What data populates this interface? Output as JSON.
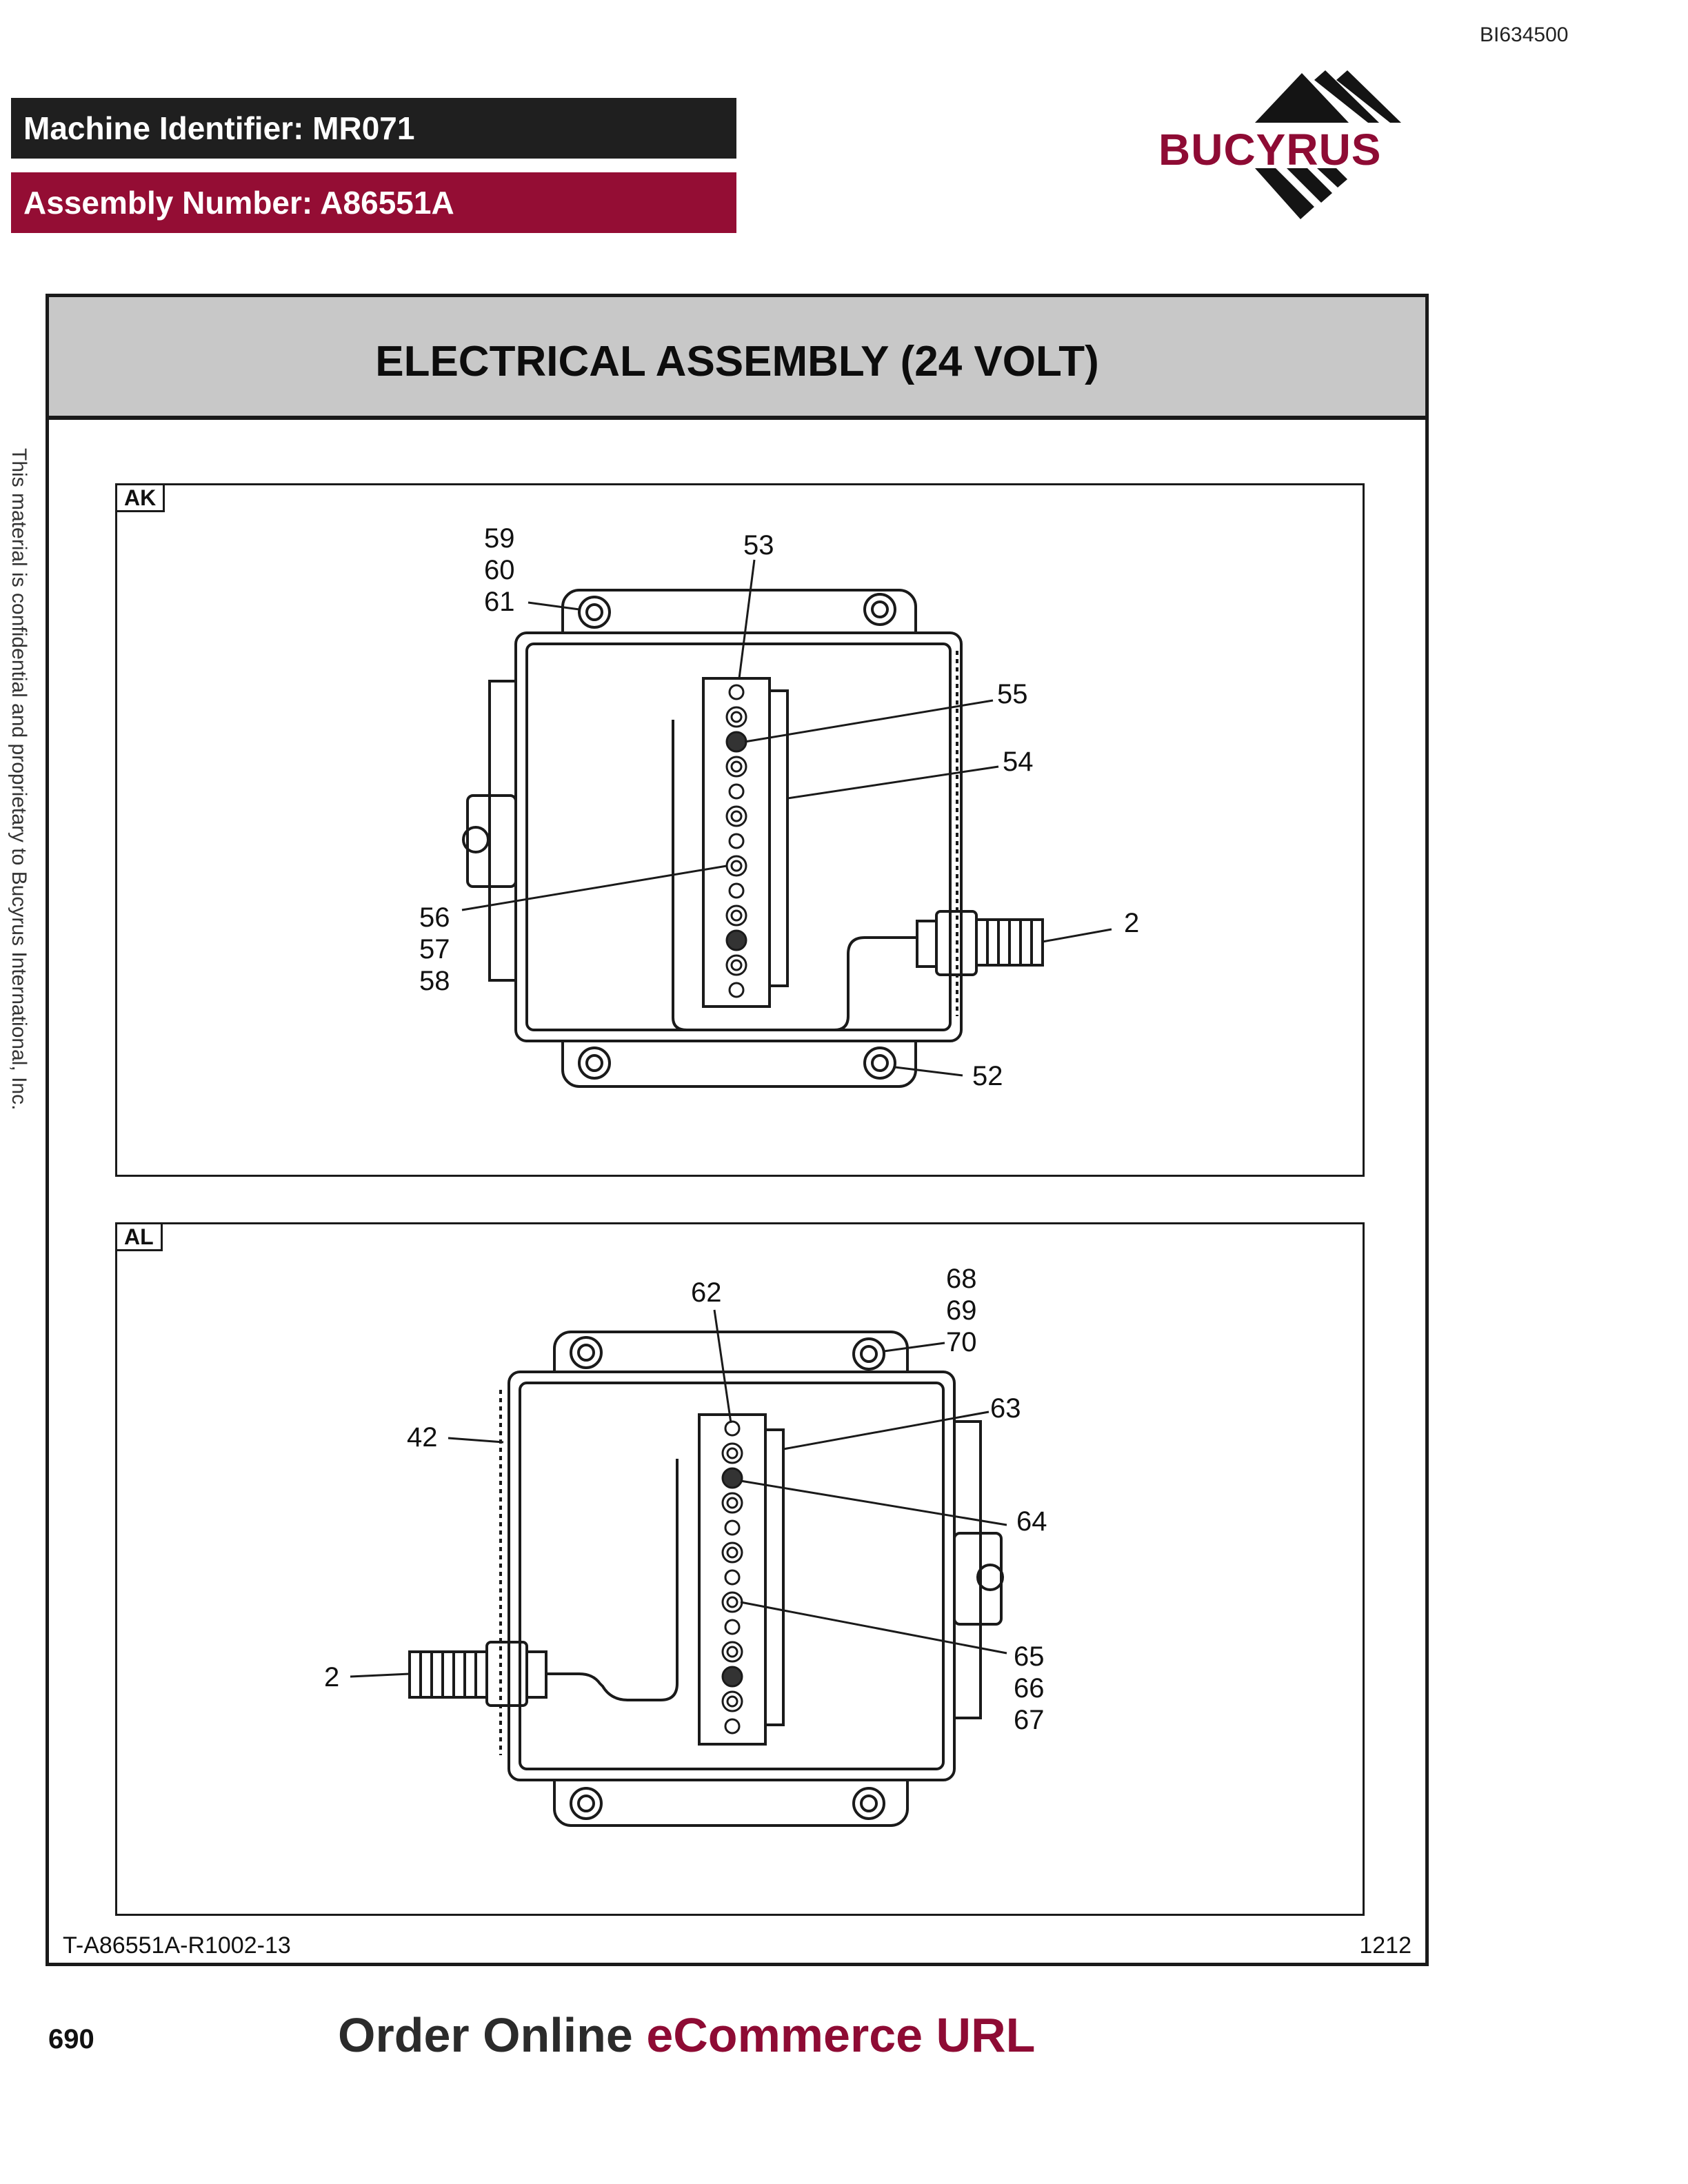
{
  "doc_id": "BI634500",
  "header": {
    "machine_identifier": "Machine Identifier: MR071",
    "assembly_number": "Assembly Number: A86551A",
    "logo_text": "BUCYRUS"
  },
  "colors": {
    "brand": "#940d34",
    "band_dark": "#1f1f1f",
    "title_bar": "#c8c8c8"
  },
  "title": "ELECTRICAL ASSEMBLY (24 VOLT)",
  "side_note": "This material is confidential and proprietary to Bucyrus International, Inc.",
  "views": [
    {
      "tag": "AK",
      "callouts": [
        "59",
        "60",
        "61",
        "53",
        "55",
        "54",
        "2",
        "56",
        "57",
        "58",
        "52"
      ]
    },
    {
      "tag": "AL",
      "callouts": [
        "62",
        "68",
        "69",
        "70",
        "63",
        "42",
        "64",
        "65",
        "66",
        "67",
        "2"
      ]
    }
  ],
  "footer": {
    "drawing_ref": "T-A86551A-R1002-13",
    "sheet": "1212",
    "page_number": "690",
    "order_online": "Order Online",
    "ecommerce_url": "eCommerce URL"
  }
}
